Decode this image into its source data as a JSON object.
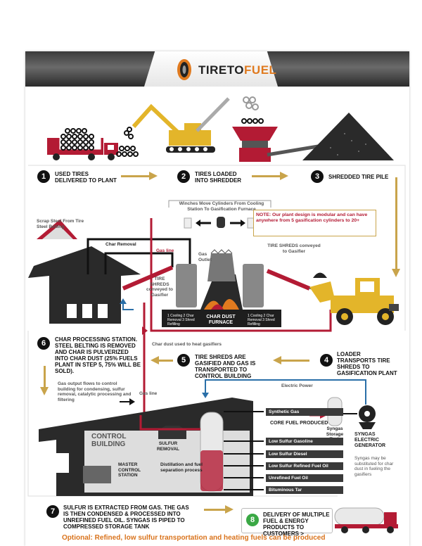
{
  "logo": {
    "tire": "TIRETO",
    "fuel": "FUEL"
  },
  "steps": [
    {
      "n": "1",
      "text": "USED TIRES DELIVERED TO PLANT"
    },
    {
      "n": "2",
      "text": "TIRES LOADED INTO SHREDDER"
    },
    {
      "n": "3",
      "text": "SHREDDED TIRE PILE"
    },
    {
      "n": "4",
      "text": "LOADER TRANSPORTS TIRE SHREDS TO GASIFICATION PLANT"
    },
    {
      "n": "5",
      "text": "TIRE SHREDS ARE GASIFIED AND GAS IS TRANSPORTED TO CONTROL BUILDING"
    },
    {
      "n": "6",
      "text": "CHAR PROCESSING STATION. STEEL BELTING IS REMOVED AND CHAR IS PULVERIZED INTO CHAR DUST (25% FUELS PLANT IN STEP 5, 75% WILL BE SOLD)."
    },
    {
      "n": "7",
      "text": "SULFUR IS EXTRACTED FROM GAS. THE GAS IS THEN CONDENSED & PROCESSED INTO UNREFINED FUEL OIL. SYNGAS IS PIPED TO COMPRESSED STORAGE TANK"
    },
    {
      "n": "8",
      "text": "DELIVERY OF MULTIPLE FUEL & ENERGY PRODUCTS TO CUSTOMERS >"
    }
  ],
  "labels": {
    "winches": "Winches Move Cylinders From Cooling Station To Gasification Furnace",
    "note": "NOTE: Our plant design is modular and can have anywhere from 5 gasification cylinders to 20+",
    "scrap": "Scrap Steel From Tire Steel Belting",
    "char_removal": "Char Removal",
    "gas_line": "Gas line",
    "gas_outlet": "Gas Outlet",
    "tire_shreds_conv_left": "TIRE SHREDS conveyed to Gasifier",
    "tire_shreds_conv_right": "TIRE SHREDS conveyed to Gasifier",
    "cycle_left": "1 Cooling 2 Char Removal 3 Shred Refilling",
    "cycle_right": "1 Cooling 2 Char Removal 3 Shred Refilling",
    "furnace": "CHAR DUST FURNACE",
    "char_dust_heat": "Char dust used to heat gasifiers",
    "electric_power": "Electric Power",
    "gas_output": "Gas output flows to control building for condensing, sulfur removal, catalytic processing and filtering",
    "gas_line2": "Gas line",
    "synthetic_gas": "Synthetic Gas",
    "core_fuel": "CORE FUEL PRODUCED",
    "syngas_tank": "Syngas Storage Tank",
    "generator": "SYNGAS ELECTRIC GENERATOR",
    "generator_note": "Syngas may be substituted for char dust in fueling the gasifiers",
    "control_building": "CONTROL BUILDING",
    "sulfur_removal": "SULFUR REMOVAL",
    "master_control": "MASTER CONTROL STATION",
    "distillation": "Distillation and fuel separation process",
    "optional": "Optional: Refined, low sulfur transportation and heating fuels can be produced"
  },
  "products": [
    "Low Sulfur Gasoline",
    "Low Sulfur Diesel",
    "Low Sulfur Refined Fuel Oil",
    "Unrefined Fuel Oil",
    "Bituminous Tar"
  ],
  "colors": {
    "red": "#b31b34",
    "yellow": "#e3b52a",
    "gold": "#c9a44b",
    "orange": "#d9731c",
    "blue": "#2a6fa8",
    "green": "#3aa845"
  }
}
